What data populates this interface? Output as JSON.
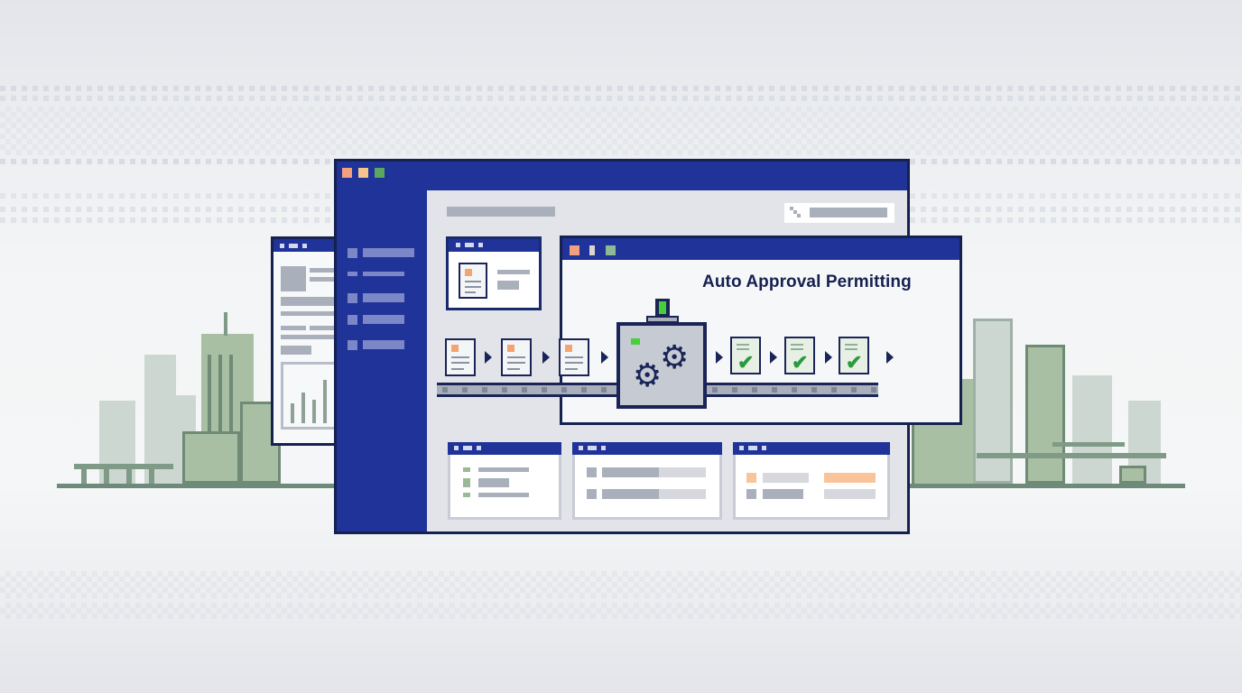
{
  "scene": {
    "description": "Pixel-art illustration of an automated permit approval workflow in a desktop app window over a city skyline",
    "colors": {
      "window_navy": "#1f3399",
      "border_dark": "#15214f",
      "content_bg": "#e2e4e9",
      "placeholder_gray": "#a9afbb",
      "accent_orange": "#f2a570",
      "accent_green": "#2b9a3c",
      "status_light_green": "#46d13a",
      "city_green": "#a9bfa3"
    }
  },
  "main_window": {
    "traffic_lights": [
      {
        "name": "close",
        "color": "#f2a07f"
      },
      {
        "name": "minimize",
        "color": "#f6c58e"
      },
      {
        "name": "maximize",
        "color": "#5aa860"
      }
    ],
    "sidebar": {
      "items": [
        {
          "icon": "sidebar-item-icon",
          "label_placeholder": true
        },
        {
          "icon": "sidebar-item-icon",
          "label_placeholder": true
        },
        {
          "icon": "sidebar-item-icon",
          "label_placeholder": true
        },
        {
          "icon": "sidebar-item-icon",
          "label_placeholder": true
        },
        {
          "icon": "sidebar-item-icon",
          "label_placeholder": true
        }
      ]
    },
    "header": {
      "title_placeholder": true,
      "search": {
        "icon": "search-icon",
        "placeholder": ""
      }
    }
  },
  "workflow_panel": {
    "title": "Auto Approval Permitting",
    "traffic_lights": [
      "#f2a07f",
      "#d8d6cf",
      "#8fb895"
    ],
    "incoming_documents": [
      {
        "status": "pending",
        "icon": "document-icon"
      },
      {
        "status": "pending",
        "icon": "document-icon"
      },
      {
        "status": "pending",
        "icon": "document-icon"
      }
    ],
    "processor": {
      "icon": "gears-icon",
      "status_light": "active",
      "indicator": "green"
    },
    "approved_documents": [
      {
        "status": "approved",
        "icon": "checkmark-icon",
        "mark": "✔"
      },
      {
        "status": "approved",
        "icon": "checkmark-icon",
        "mark": "✔"
      },
      {
        "status": "approved",
        "icon": "checkmark-icon",
        "mark": "✔"
      }
    ],
    "arrow_glyph": "▶"
  },
  "cards": {
    "top_doc_card": {
      "icon": "document-icon"
    },
    "bottom_cards": [
      {
        "rows": 3,
        "bullet_color": "#9bb899"
      },
      {
        "rows": 2,
        "type": "progress"
      },
      {
        "rows": 2,
        "highlight_color": "#f9c49a"
      }
    ]
  },
  "side_window": {
    "type": "report",
    "has_bar_chart": true
  },
  "gear_glyph": "⚙"
}
